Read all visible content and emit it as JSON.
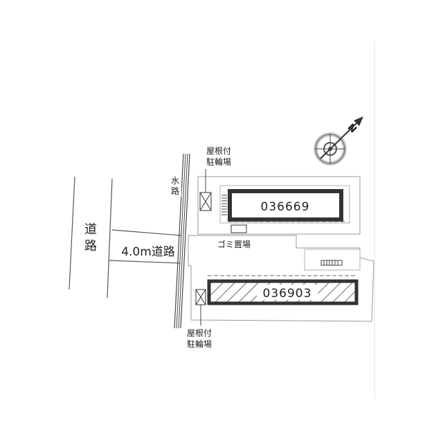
{
  "map": {
    "roads": {
      "main_road_label": "道路",
      "side_road_label": "4.0m道路",
      "waterway_label": "水路"
    },
    "buildings": [
      {
        "label": "036669"
      },
      {
        "label": "036903"
      }
    ],
    "facilities": {
      "bike_parking_top_label_line1": "屋根付",
      "bike_parking_top_label_line2": "駐輪場",
      "bike_parking_bottom_label_line1": "屋根付",
      "bike_parking_bottom_label_line2": "駐輪場",
      "garbage_label": "ゴミ置場"
    },
    "compass": {
      "north_label": "N"
    }
  }
}
